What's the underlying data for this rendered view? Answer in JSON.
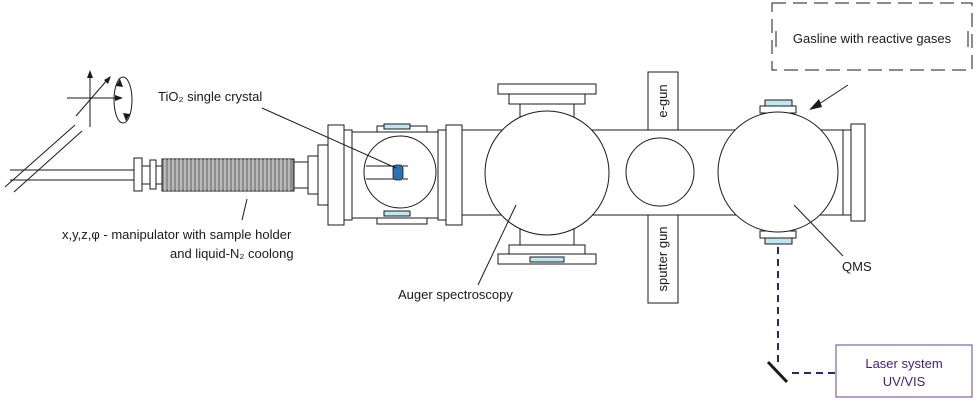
{
  "labels": {
    "gasline": "Gasline with reactive gases",
    "crystal": "TiO₂ single crystal",
    "manipulator_line1": "x,y,z,φ - manipulator with sample holder",
    "manipulator_line2": "and liquid-N₂ coolong",
    "auger": "Auger spectroscopy",
    "egun": "e-gun",
    "sputter": "sputter gun",
    "qms": "QMS",
    "laser_line1": "Laser system",
    "laser_line2": "UV/VIS"
  },
  "colors": {
    "line": "#1a1a1a",
    "window": "#bfe6f3",
    "crystal": "#2f6fb3",
    "laser_beam": "#3d1f7a",
    "laser_box": "#6a3fa0"
  }
}
